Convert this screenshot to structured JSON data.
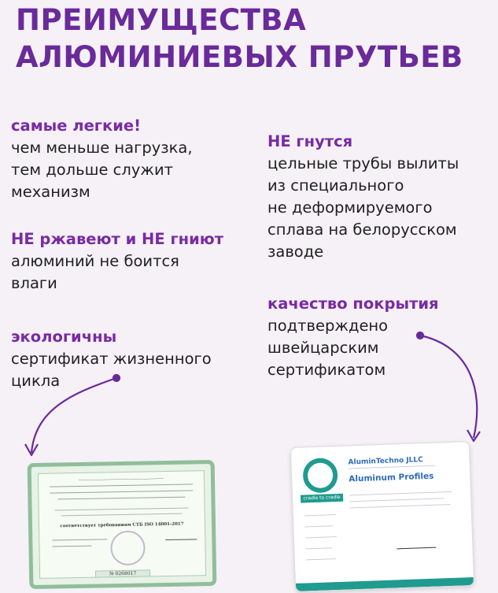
{
  "title": {
    "line1": "ПРЕИМУЩЕСТВА",
    "line2": "АЛЮМИНИЕВЫХ ПРУТЬЕВ"
  },
  "blocks": {
    "lightest": {
      "heading": "самые легкие!",
      "lines": [
        "чем меньше нагрузка,",
        "тем дольше служит",
        "механизм"
      ]
    },
    "rust": {
      "heading": "НЕ ржавеют и НЕ гниют",
      "lines": [
        "алюминий не боится",
        "влаги"
      ]
    },
    "eco": {
      "heading": "экологичны",
      "lines": [
        "сертификат жизненного",
        "цикла"
      ]
    },
    "bend": {
      "heading": "НЕ гнутся",
      "lines": [
        "цельные трубы вылиты",
        "из специального",
        "не деформируемого",
        "сплава на белорусском",
        "заводе"
      ]
    },
    "quality": {
      "heading": "качество покрытия",
      "lines": [
        "подтверждено",
        "швейцарским",
        "сертификатом"
      ]
    }
  },
  "cert_left": {
    "standard_line": "соответствует требованиям СТБ ISO 14001-2017",
    "number": "№ 0268017"
  },
  "cert_right": {
    "company": "AluminTechno JLLC",
    "product": "Aluminum Profiles",
    "badge": "cradle to cradle"
  },
  "colors": {
    "accent": "#6a2a9a",
    "heading": "#7a2aa3",
    "text": "#1f1f1f",
    "background": "#f5f1f7"
  }
}
